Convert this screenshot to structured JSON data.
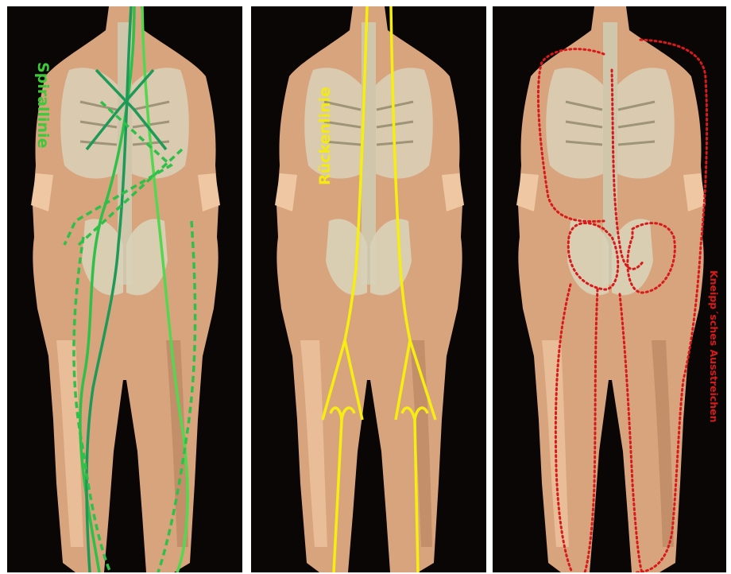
{
  "panels": [
    {
      "label": "Spirallinie",
      "color": "#3ec93a",
      "line_colors": [
        "#2fc04a",
        "#1e9a58",
        "#56d650"
      ]
    },
    {
      "label": "Rückenlinie",
      "color": "#f2ea12",
      "line_colors": [
        "#f6ee10"
      ]
    },
    {
      "label": "Kneipp´sches Ausstreichen",
      "color": "#d81a1a",
      "line_colors": [
        "#d81a1a"
      ]
    }
  ],
  "colors": {
    "background": "#0a0605",
    "skin": "#d8a47e",
    "skin_light": "#efc7a3",
    "skin_shadow": "#b5825f",
    "bone": "#d9d1b8",
    "bone_shadow": "#9e9477"
  },
  "icons": [
    "human-back-figure",
    "skeleton-overlay"
  ]
}
